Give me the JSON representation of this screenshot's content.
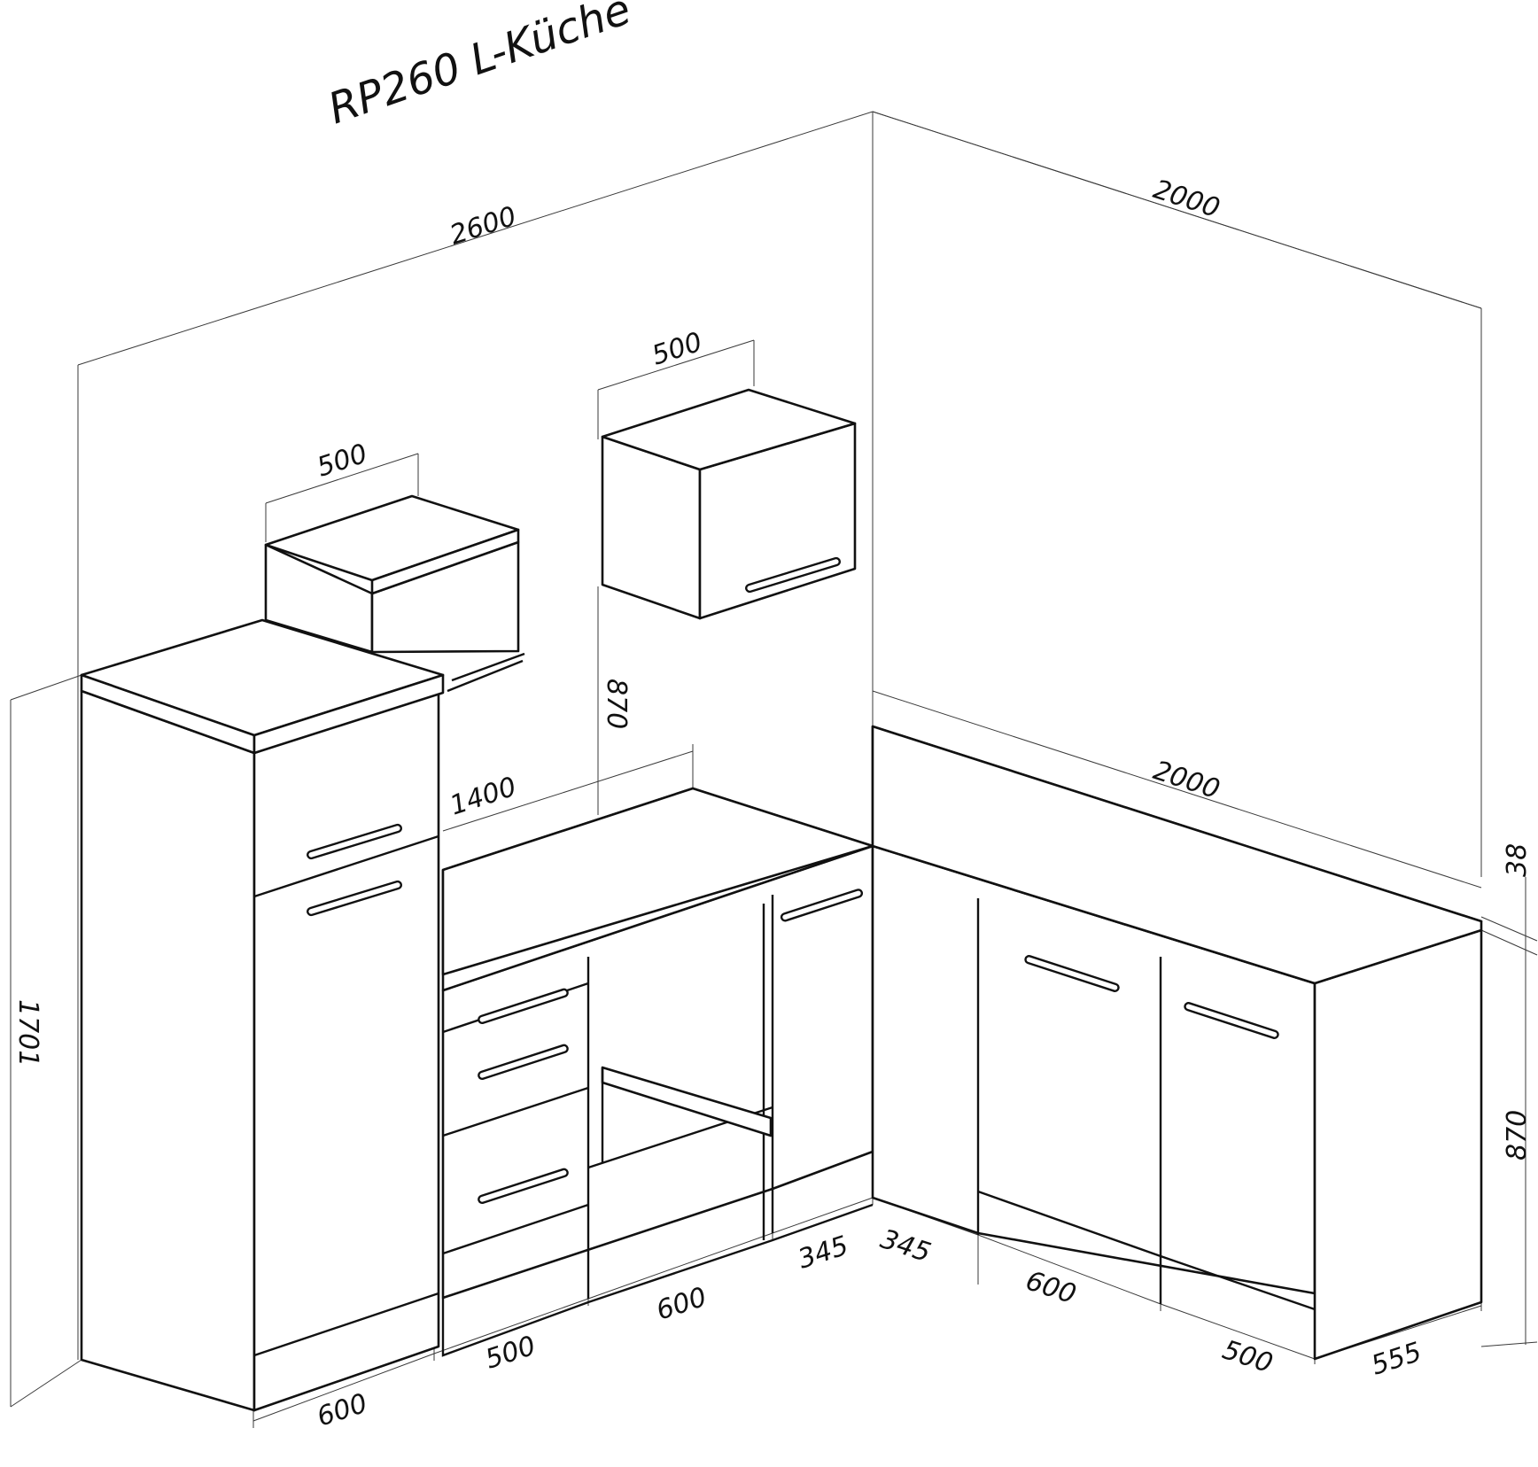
{
  "title": "RP260 L-Küche",
  "dimensions": {
    "wall_left": "2600",
    "wall_right": "2000",
    "upper_cabinet_left": "500",
    "upper_cabinet_center": "500",
    "upper_cabinet_height": "870",
    "counter_left": "1400",
    "counter_right": "2000",
    "worktop_thickness": "38",
    "total_height": "1701",
    "base_height": "870",
    "fridge_width": "600",
    "drawer_unit": "500",
    "oven_unit": "600",
    "corner_left": "345",
    "corner_right": "345",
    "dishwasher": "600",
    "base_right": "500",
    "depth": "555"
  }
}
